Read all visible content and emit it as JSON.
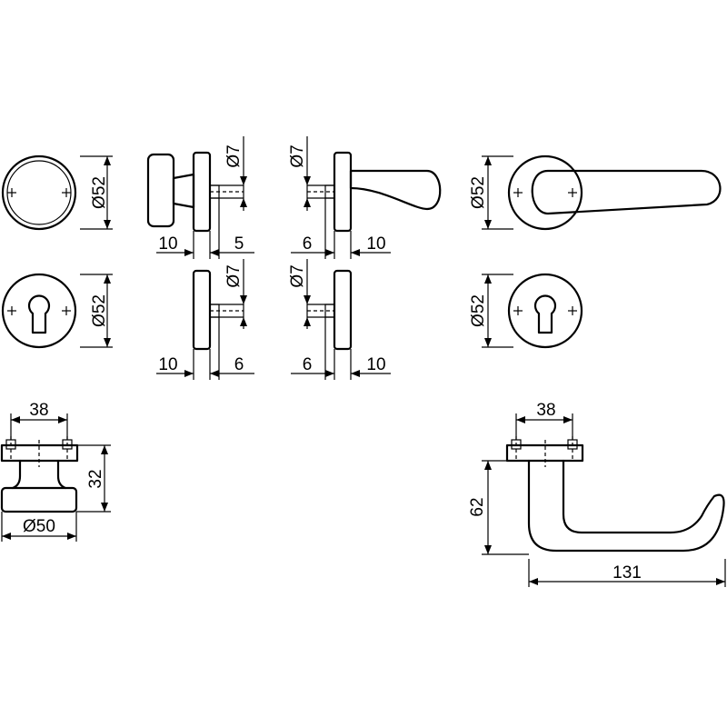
{
  "dims": {
    "d52": "Ø52",
    "d7": "Ø7",
    "d50": "Ø50",
    "n10": "10",
    "n5": "5",
    "n6": "6",
    "n38": "38",
    "n32": "32",
    "n62": "62",
    "n131": "131"
  },
  "colors": {
    "line": "#000000",
    "background": "#ffffff"
  }
}
